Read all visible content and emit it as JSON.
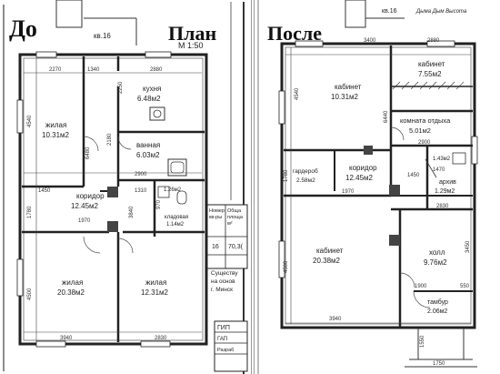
{
  "left": {
    "heading": "До",
    "plan_title": "План",
    "scale": "М 1:50",
    "apt": "кв.16",
    "rooms": [
      {
        "name": "кухня",
        "area": "6.48м2"
      },
      {
        "name": "жилая",
        "area": "10.31м2"
      },
      {
        "name": "ванная",
        "area": "6.03м2"
      },
      {
        "name": "коридор",
        "area": "12.45м2"
      },
      {
        "name": "кладовая",
        "area": "1.14м2"
      },
      {
        "name": "жилая",
        "area": "20.38м2"
      },
      {
        "name": "жилая",
        "area": "12.31м2"
      }
    ],
    "small_area": "1.26м2",
    "dims": {
      "d2270": "2270",
      "d1340": "1340",
      "d2880": "2880",
      "d2250": "2250",
      "d4540": "4540",
      "d6480": "6480",
      "d2180": "2180",
      "d2900": "2900",
      "d1450": "1450",
      "d1780": "1780",
      "d1310": "1310",
      "d970": "970",
      "d1970": "1970",
      "d3840": "3840",
      "d4500": "4500",
      "d3940": "3940",
      "d2830": "2830"
    },
    "table": {
      "h1": "Номер",
      "h2": "кв-ры",
      "h3": "Обща",
      "h4": "площа",
      "h5": "м²",
      "num": "16",
      "area": "70,3("
    },
    "note": [
      "Существу",
      "на основ",
      "г. Минск"
    ],
    "stamp": [
      "ГИП",
      "ГАП",
      "Разраб"
    ]
  },
  "right": {
    "heading": "После",
    "apt": "кв.16",
    "handwriting": "Дыма Дым Высота",
    "rooms": [
      {
        "name": "кабинет",
        "area": "10.31м2"
      },
      {
        "name": "кабинет",
        "area": "7.55м2"
      },
      {
        "name": "комната отдыха",
        "area": "5.01м2"
      },
      {
        "name": "гардероб",
        "area": "2.58м2"
      },
      {
        "name": "коридор",
        "area": "12.45м2"
      },
      {
        "name": "архив",
        "area": "1.29м2"
      },
      {
        "name": "кабинет",
        "area": "20.38м2"
      },
      {
        "name": "холл",
        "area": "9.76м2"
      },
      {
        "name": "тамбур",
        "area": "2.06м2"
      }
    ],
    "small_area": "1.43м2",
    "dims": {
      "d3400": "3400",
      "d2880": "2880",
      "d4540": "4540",
      "d6440": "6440",
      "d2900": "2900",
      "d1780": "1780",
      "d1970": "1970",
      "d1450": "1450",
      "d1470": "1470",
      "d2830": "2830",
      "d4500": "4500",
      "d3450": "3450",
      "d1900": "1900",
      "d550": "550",
      "d3940": "3940",
      "d1550": "1550",
      "d1750": "1750"
    }
  }
}
